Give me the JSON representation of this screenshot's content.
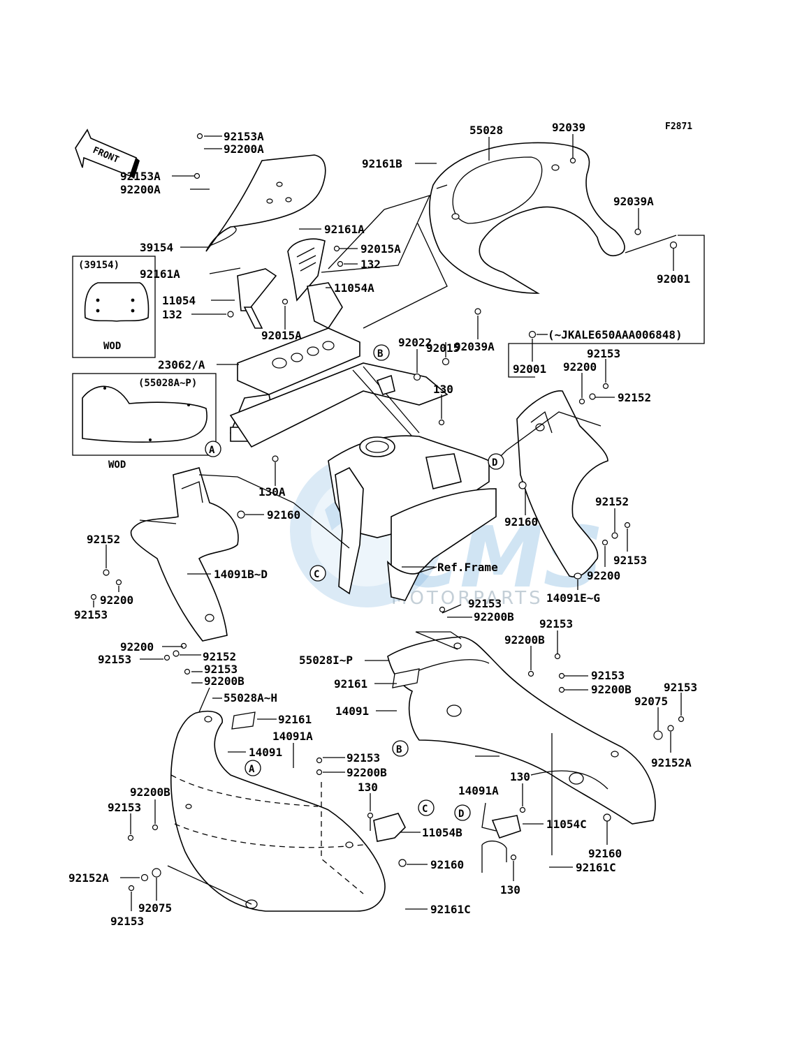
{
  "figure_code": "F2871",
  "front_label": "FRONT",
  "watermark": {
    "brand": "CMS",
    "sub": "MOTORPARTS"
  },
  "callouts": {
    "c1": "92153A",
    "c2": "92200A",
    "c3": "92153A",
    "c4": "92200A",
    "c5": "39154",
    "c6": "92161A",
    "c7": "92015A",
    "c8": "132",
    "c9": "11054A",
    "c10": "92161A",
    "c11": "11054",
    "c12": "132",
    "c13": "92015A",
    "c14": "23062/A",
    "c15": "55028",
    "c16": "92039",
    "c17": "92161B",
    "c18": "92039A",
    "c19": "92001",
    "c20": "92039A",
    "c21": "(~JKALE650AAA006848)",
    "c22": "92001",
    "c23": "92015",
    "c24": "92022",
    "c25": "92153",
    "c26": "92200",
    "c27": "92152",
    "c28": "130",
    "c29": "130A",
    "c30": "92160",
    "c31": "92160",
    "c32": "92152",
    "c33": "92153",
    "c34": "92200",
    "c35": "14091E~G",
    "c36": "Ref.Frame",
    "c37": "92152",
    "c38": "92200",
    "c39": "92153",
    "c40": "14091B~D",
    "c41": "92200",
    "c42": "92153",
    "c43": "92152",
    "c44": "92153",
    "c45": "92200B",
    "c46": "55028A~H",
    "c47": "92161",
    "c48": "14091A",
    "c49": "14091",
    "c50": "92153",
    "c51": "92200B",
    "c52": "130",
    "c53": "11054B",
    "c54": "92160",
    "c55": "92161C",
    "c56": "92200B",
    "c57": "92153",
    "c58": "92152A",
    "c59": "92153",
    "c60": "92075",
    "c61": "92153",
    "c62": "92200B",
    "c63": "55028I~P",
    "c64": "92161",
    "c65": "14091",
    "c66": "92153",
    "c67": "92200B",
    "c68": "92153",
    "c69": "92200B",
    "c70": "92153",
    "c71": "92075",
    "c72": "92152A",
    "c73": "14091A",
    "c74": "130",
    "c75": "11054C",
    "c76": "130",
    "c77": "92160",
    "c78": "92161C"
  },
  "insets": {
    "windshield": {
      "title": "(39154)",
      "caption": "WOD"
    },
    "cowl": {
      "title": "(55028A~P)",
      "caption": "WOD"
    }
  },
  "refs": {
    "A": "A",
    "B": "B",
    "C": "C",
    "D": "D"
  }
}
